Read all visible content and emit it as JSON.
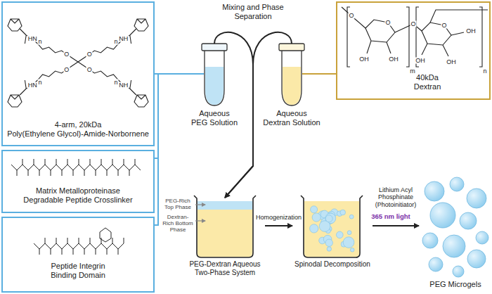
{
  "diagram": {
    "nodes": [
      {
        "text": [
          "4-arm, 20kDa",
          "Poly(Ethylene Glycol)-Amide-Norbornene"
        ]
      },
      {
        "text": [
          "Matrix Metalloproteinase Degradable Peptide Crosslinker"
        ]
      },
      {
        "text": [
          "Peptide Integrin Binding Domain"
        ]
      },
      {
        "text": [
          "Aqueous PEG Solution"
        ]
      },
      {
        "text": [
          "Aqueous Dextran Solution"
        ]
      },
      {
        "text": [
          "40kDa Dextran"
        ]
      },
      {
        "text": [
          "PEG-Dextran Aqueous Two-Phase System"
        ]
      },
      {
        "text": [
          "Spinodal Decomposition"
        ]
      },
      {
        "text": [
          "PEG Microgels"
        ]
      }
    ],
    "edges": [
      {
        "from": 0,
        "to": 3,
        "arrow": "none"
      },
      {
        "from": 1,
        "to": 3,
        "arrow": "none"
      },
      {
        "from": 2,
        "to": 3,
        "arrow": "none"
      },
      {
        "from": 5,
        "to": 4,
        "arrow": "none"
      },
      {
        "from": 3,
        "to": 6,
        "arrow": "to"
      },
      {
        "from": 4,
        "to": 6,
        "arrow": "to"
      },
      {
        "from": 6,
        "to": 7,
        "label": "Homogenization",
        "arrow": "to"
      },
      {
        "from": 7,
        "to": 8,
        "label": "Lithium Acyl Phosphinate (Photoinitiator)",
        "arrow": "to"
      }
    ],
    "labels": [
      "Mixing and Phase Separation",
      "365 nm light",
      "PEG-Rich Top Phase",
      "Dextran-Rich Bottom Phase",
      "O",
      "n",
      "HN",
      "O",
      "n",
      "NH",
      "O",
      "n",
      "HN",
      "O",
      "n",
      "NH",
      "O",
      "O",
      "OH",
      "OH",
      "O",
      "O",
      "OH",
      "OH",
      "OH",
      "m",
      "n"
    ]
  }
}
